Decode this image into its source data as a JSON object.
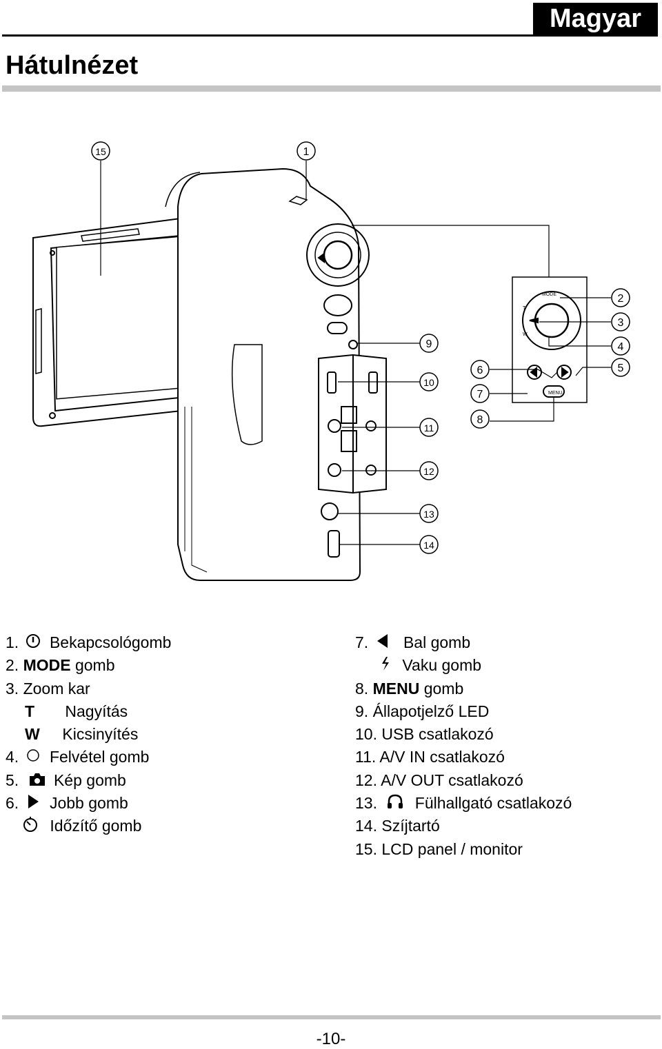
{
  "header": {
    "language": "Magyar",
    "title": "Hátulnézet"
  },
  "callouts": [
    "1",
    "2",
    "3",
    "4",
    "5",
    "6",
    "7",
    "8",
    "9",
    "10",
    "11",
    "12",
    "13",
    "14",
    "15"
  ],
  "device_labels": {
    "mode": "MODE",
    "menu": "MENU",
    "tele": "T",
    "wide": "W"
  },
  "legend_left": [
    {
      "num": "1.",
      "icon": "power-icon",
      "text": "Bekapcsológomb"
    },
    {
      "num": "2.",
      "bold": "MODE",
      "text": " gomb"
    },
    {
      "num": "3.",
      "text": "Zoom kar"
    },
    {
      "key": "T",
      "text": "Nagyítás"
    },
    {
      "key": "W",
      "text": "Kicsinyítés"
    },
    {
      "num": "4.",
      "icon": "record-circle-icon",
      "text": "Felvétel gomb"
    },
    {
      "num": "5.",
      "icon": "camera-icon",
      "text": "Kép gomb"
    },
    {
      "num": "6.",
      "icon": "right-triangle-icon",
      "text": "Jobb gomb"
    },
    {
      "icon": "self-timer-icon",
      "text": "Időzítő gomb"
    }
  ],
  "legend_right": [
    {
      "num": "7.",
      "icon": "left-triangle-icon",
      "text": "Bal gomb"
    },
    {
      "icon": "flash-icon",
      "text": "Vaku gomb"
    },
    {
      "num": "8.",
      "bold": "MENU",
      "text": " gomb"
    },
    {
      "num": "9.",
      "text": "Állapotjelző LED"
    },
    {
      "num": "10.",
      "text": "USB csatlakozó"
    },
    {
      "num": "11.",
      "text": "A/V IN csatlakozó"
    },
    {
      "num": "12.",
      "text": "A/V OUT csatlakozó"
    },
    {
      "num": "13.",
      "icon": "headphone-icon",
      "text": "Fülhallgató csatlakozó"
    },
    {
      "num": "14.",
      "text": "Szíjtartó"
    },
    {
      "num": "15.",
      "text": "LCD panel / monitor"
    }
  ],
  "footer": {
    "page_number": "-10-"
  }
}
